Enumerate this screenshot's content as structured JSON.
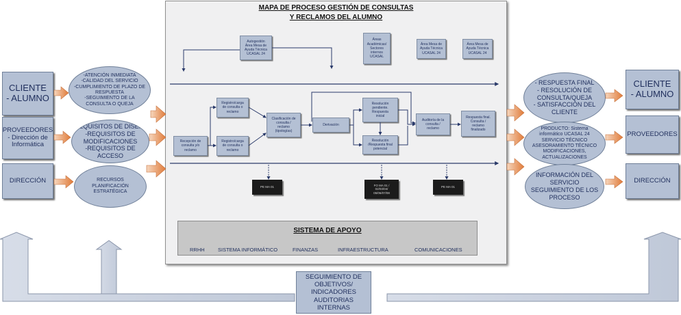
{
  "title": {
    "line1": "MAPA DE PROCESO GESTIÓN DE CONSULTAS",
    "line2": "Y RECLAMOS DEL ALUMNO"
  },
  "inputs": [
    {
      "label": "CLIENTE\n- ALUMNO"
    },
    {
      "label": "PROVEEDORES\n- Dirección de\nInformática"
    },
    {
      "label": "DIRECCIÓN"
    }
  ],
  "input_needs": [
    {
      "text": "-ATENCIÓN INMEDIATA\n-CALIDAD DEL SERVICIO\n-CUMPLIMIENTO DE PLAZO DE\nRESPUESTA\n-SEGUIMIENTO DE LA\nCONSULTA O QUEJA"
    },
    {
      "text": "-REQUISITOS DE DISEÑO\n-REQUISITOS DE\nMODIFICACIONES\n-REQUISITOS DE ACCESO"
    },
    {
      "text": "RECURSOS\nPLANIFICACIÓN\nESTRATÉGICA"
    }
  ],
  "outputs": [
    {
      "label": "CLIENTE\n- ALUMNO"
    },
    {
      "label": "PROVEEDORES"
    },
    {
      "label": "DIRECCIÓN"
    }
  ],
  "output_results": [
    {
      "text": "- RESPUESTA FINAL\n- RESOLUCIÓN DE\nCONSULTA/QUEJA\n- SATISFACCIÓN DEL\nCLIENTE"
    },
    {
      "text": "PRODUCTO: Sistema\ninformático UCASAL 24\nSERVICIO TÉCNICO\nASESORAMIENTO TÉCNICO\nMODIFICACIONES,\nACTUALIZACIONES"
    },
    {
      "text": "INFORMACIÓN DEL\nSERVICIO\nSEGUIMIENTO DE LOS\nPROCESO"
    }
  ],
  "areas": {
    "autogestion": "Autogestión\nÁrea Mesa de\nAyuda Técnica\nUCASAL 24",
    "academicas": "Áreas\nAcadémicas/\nSectores\ninternos\nUCASAL",
    "mesa1": "Área Mesa de\nAyuda Técnica\nUCASAL 24",
    "mesa2": "Área Mesa de\nAyuda Técnica\nUCASAL 24"
  },
  "steps": {
    "recepcion": "Recepción de\nconsulta y/o\nreclamo",
    "registro1": "Registro/carga\nde consulta o\nreclamo",
    "registro2": "Registro/carga\nde consulta o\nreclamo",
    "clasificacion": "Clasificación de\nconsulta /\nreclamo\n(tipologías)",
    "derivacion": "Derivación",
    "resol_pendiente": "Resolución\npendiente.\nRespuesta\ninicial",
    "resol_final": "Resolución\n/Respuesta final\npotencial",
    "auditoria": "Auditoría de la\nconsulta /\nreclamo",
    "respuesta_final": "Respuesta final.\nConsulta /\nreclamo\nfinalizado"
  },
  "documents": [
    {
      "text": "PE MA 01"
    },
    {
      "text": "FO MA 01 /\n02/03/04/\n05/06/07/08"
    },
    {
      "text": "PE MA 01"
    }
  ],
  "support": {
    "title": "SISTEMA DE APOYO",
    "items": [
      "RRHH",
      "SISTEMA INFORMÁTICO",
      "FINANZAS",
      "INFRAESTRUCTURA",
      "COMUNICACIONES"
    ]
  },
  "seguimiento": "SEGUIMIENTO DE\nOBJETIVOS/\nINDICADORES\nAUDITORIAS INTERNAS"
}
